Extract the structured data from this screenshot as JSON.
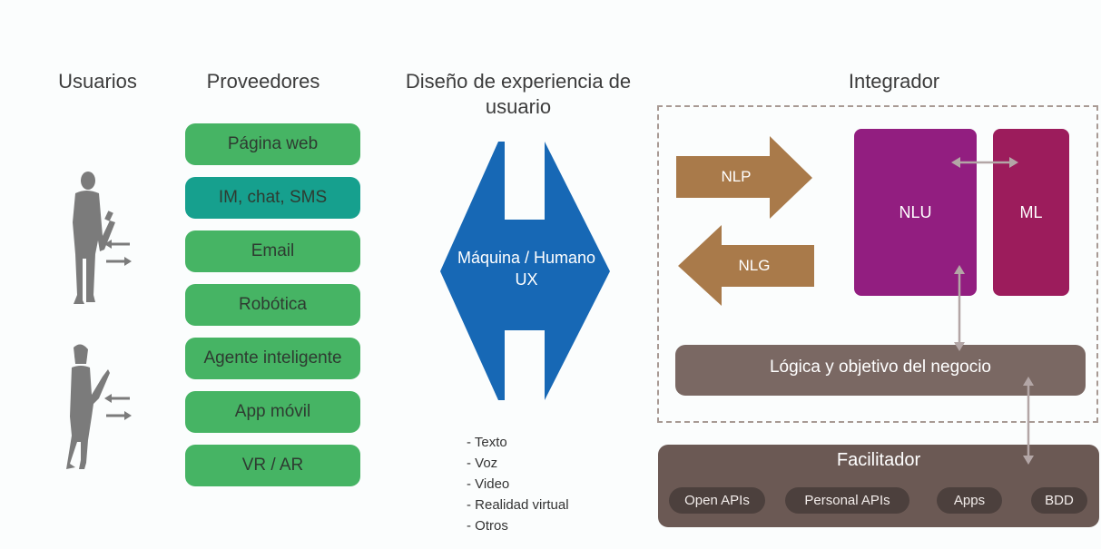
{
  "headers": {
    "users": "Usuarios",
    "providers": "Proveedores",
    "ux_design": "Diseño de experiencia de usuario",
    "integrator": "Integrador"
  },
  "providers": [
    "Página web",
    "IM, chat, SMS",
    "Email",
    "Robótica",
    "Agente inteligente",
    "App móvil",
    "VR / AR"
  ],
  "ux_center": {
    "label": "Máquina / Humano UX"
  },
  "modalities": [
    "- Texto",
    "- Voz",
    "- Video",
    "- Realidad virtual",
    "- Otros"
  ],
  "integrator": {
    "nlp": "NLP",
    "nlg": "NLG",
    "nlu": "NLU",
    "ml": "ML",
    "business_logic": "Lógica y objetivo del negocio"
  },
  "facilitator": {
    "title": "Facilitador",
    "items": [
      "Open APIs",
      "Personal APIs",
      "Apps",
      "BDD"
    ]
  },
  "colors": {
    "provider_green": "#46b464",
    "provider_teal": "#16a08e",
    "ux_blue": "#1768b5",
    "nlp_arrow": "#a97a4a",
    "nlu_purple": "#921e80",
    "ml_magenta": "#9c1c5c",
    "logic_taupe": "#7a6863",
    "facilitator_brown": "#6b5954",
    "person_gray": "#7b7b7b"
  }
}
